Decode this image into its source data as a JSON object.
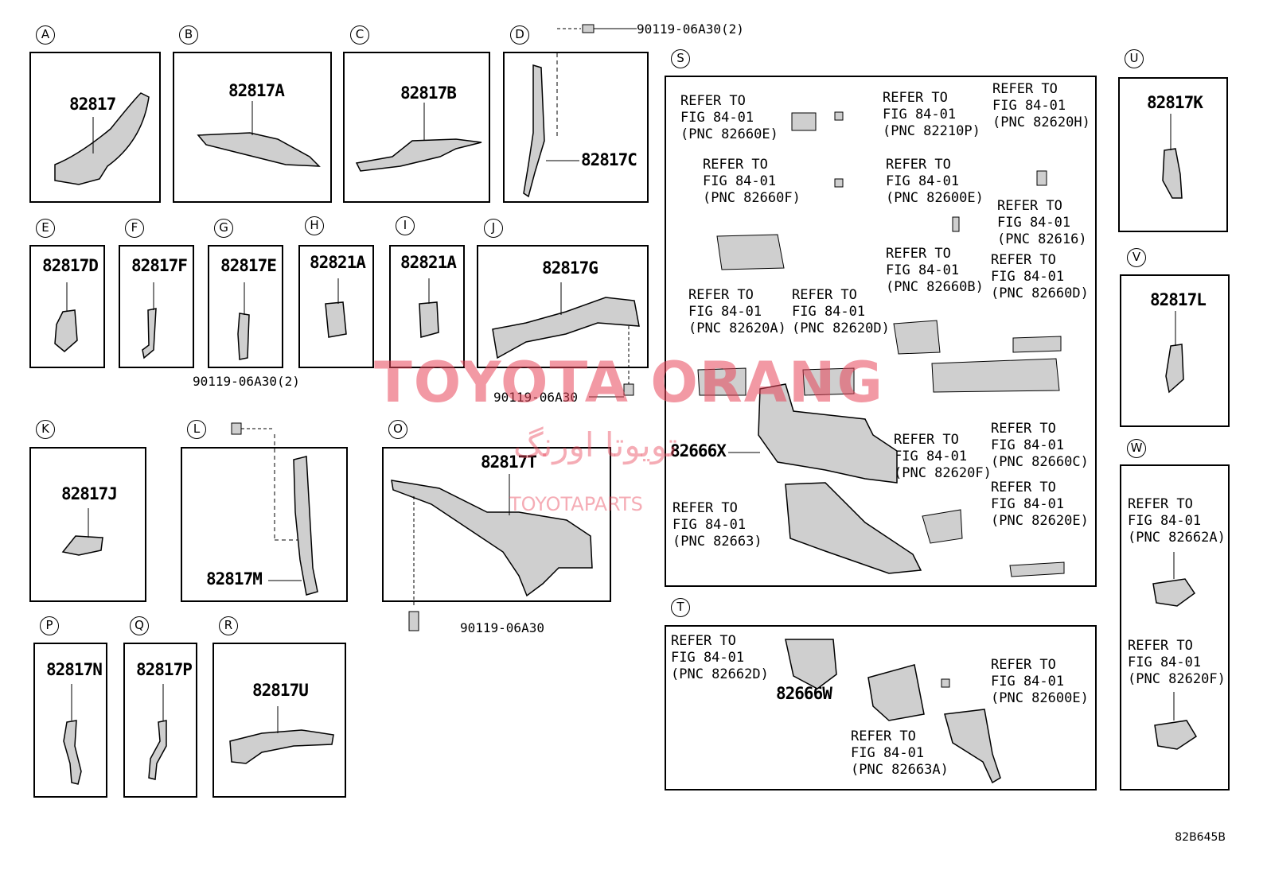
{
  "panels": {
    "A": {
      "id": "A",
      "label": "82817"
    },
    "B": {
      "id": "B",
      "label": "82817A"
    },
    "C": {
      "id": "C",
      "label": "82817B"
    },
    "D": {
      "id": "D",
      "label": "82817C"
    },
    "E": {
      "id": "E",
      "label": "82817D"
    },
    "F": {
      "id": "F",
      "label": "82817F"
    },
    "G": {
      "id": "G",
      "label": "82817E"
    },
    "H": {
      "id": "H",
      "label": "82821A"
    },
    "I": {
      "id": "I",
      "label": "82821A"
    },
    "J": {
      "id": "J",
      "label": "82817G"
    },
    "K": {
      "id": "K",
      "label": "82817J"
    },
    "L": {
      "id": "L",
      "label": "82817M"
    },
    "O": {
      "id": "O",
      "label": "82817T"
    },
    "P": {
      "id": "P",
      "label": "82817N"
    },
    "Q": {
      "id": "Q",
      "label": "82817P"
    },
    "R": {
      "id": "R",
      "label": "82817U"
    },
    "S": {
      "id": "S",
      "label": "82666X"
    },
    "T": {
      "id": "T",
      "label": "82666W"
    },
    "U": {
      "id": "U",
      "label": "82817K"
    },
    "V": {
      "id": "V",
      "label": "82817L"
    },
    "W": {
      "id": "W"
    }
  },
  "bolts": {
    "d": "90119-06A30(2)",
    "h": "90119-06A30(2)",
    "j": "90119-06A30",
    "o": "90119-06A30"
  },
  "refs": {
    "s_82660E": [
      "REFER TO",
      "FIG 84-01",
      "(PNC 82660E)"
    ],
    "s_82210P": [
      "REFER TO",
      "FIG 84-01",
      "(PNC 82210P)"
    ],
    "s_82620H": [
      "REFER TO",
      "FIG 84-01",
      "(PNC 82620H)"
    ],
    "s_82660F": [
      "REFER TO",
      "FIG 84-01",
      "(PNC 82660F)"
    ],
    "s_82600E": [
      "REFER TO",
      "FIG 84-01",
      "(PNC 82600E)"
    ],
    "s_82616": [
      "REFER TO",
      "FIG 84-01",
      "(PNC 82616)"
    ],
    "s_82660B": [
      "REFER TO",
      "FIG 84-01",
      "(PNC 82660B)"
    ],
    "s_82660D": [
      "REFER TO",
      "FIG 84-01",
      "(PNC 82660D)"
    ],
    "s_82620A": [
      "REFER TO",
      "FIG 84-01",
      "(PNC 82620A)"
    ],
    "s_82620D": [
      "REFER TO",
      "FIG 84-01",
      "(PNC 82620D)"
    ],
    "s_82620F": [
      "REFER TO",
      "FIG 84-01",
      "(PNC 82620F)"
    ],
    "s_82660C": [
      "REFER TO",
      "FIG 84-01",
      "(PNC 82660C)"
    ],
    "s_82663": [
      "REFER TO",
      "FIG 84-01",
      "(PNC 82663)"
    ],
    "s_82620E": [
      "REFER TO",
      "FIG 84-01",
      "(PNC 82620E)"
    ],
    "t_82662D": [
      "REFER TO",
      "FIG 84-01",
      "(PNC 82662D)"
    ],
    "t_82600E": [
      "REFER TO",
      "FIG 84-01",
      "(PNC 82600E)"
    ],
    "t_82663A": [
      "REFER TO",
      "FIG 84-01",
      "(PNC 82663A)"
    ],
    "w_82662A": [
      "REFER TO",
      "FIG 84-01",
      "(PNC 82662A)"
    ],
    "w_82620F": [
      "REFER TO",
      "FIG 84-01",
      "(PNC 82620F)"
    ]
  },
  "watermark": {
    "main": "TOYOTA ORANG",
    "arabic": "تویوتا اورنگ",
    "site": "TOYOTAPARTS"
  },
  "diagram_code": "82B645B",
  "colors": {
    "ink": "#000000",
    "part_fill": "#cfcfcf",
    "watermark": "#e8465a"
  }
}
